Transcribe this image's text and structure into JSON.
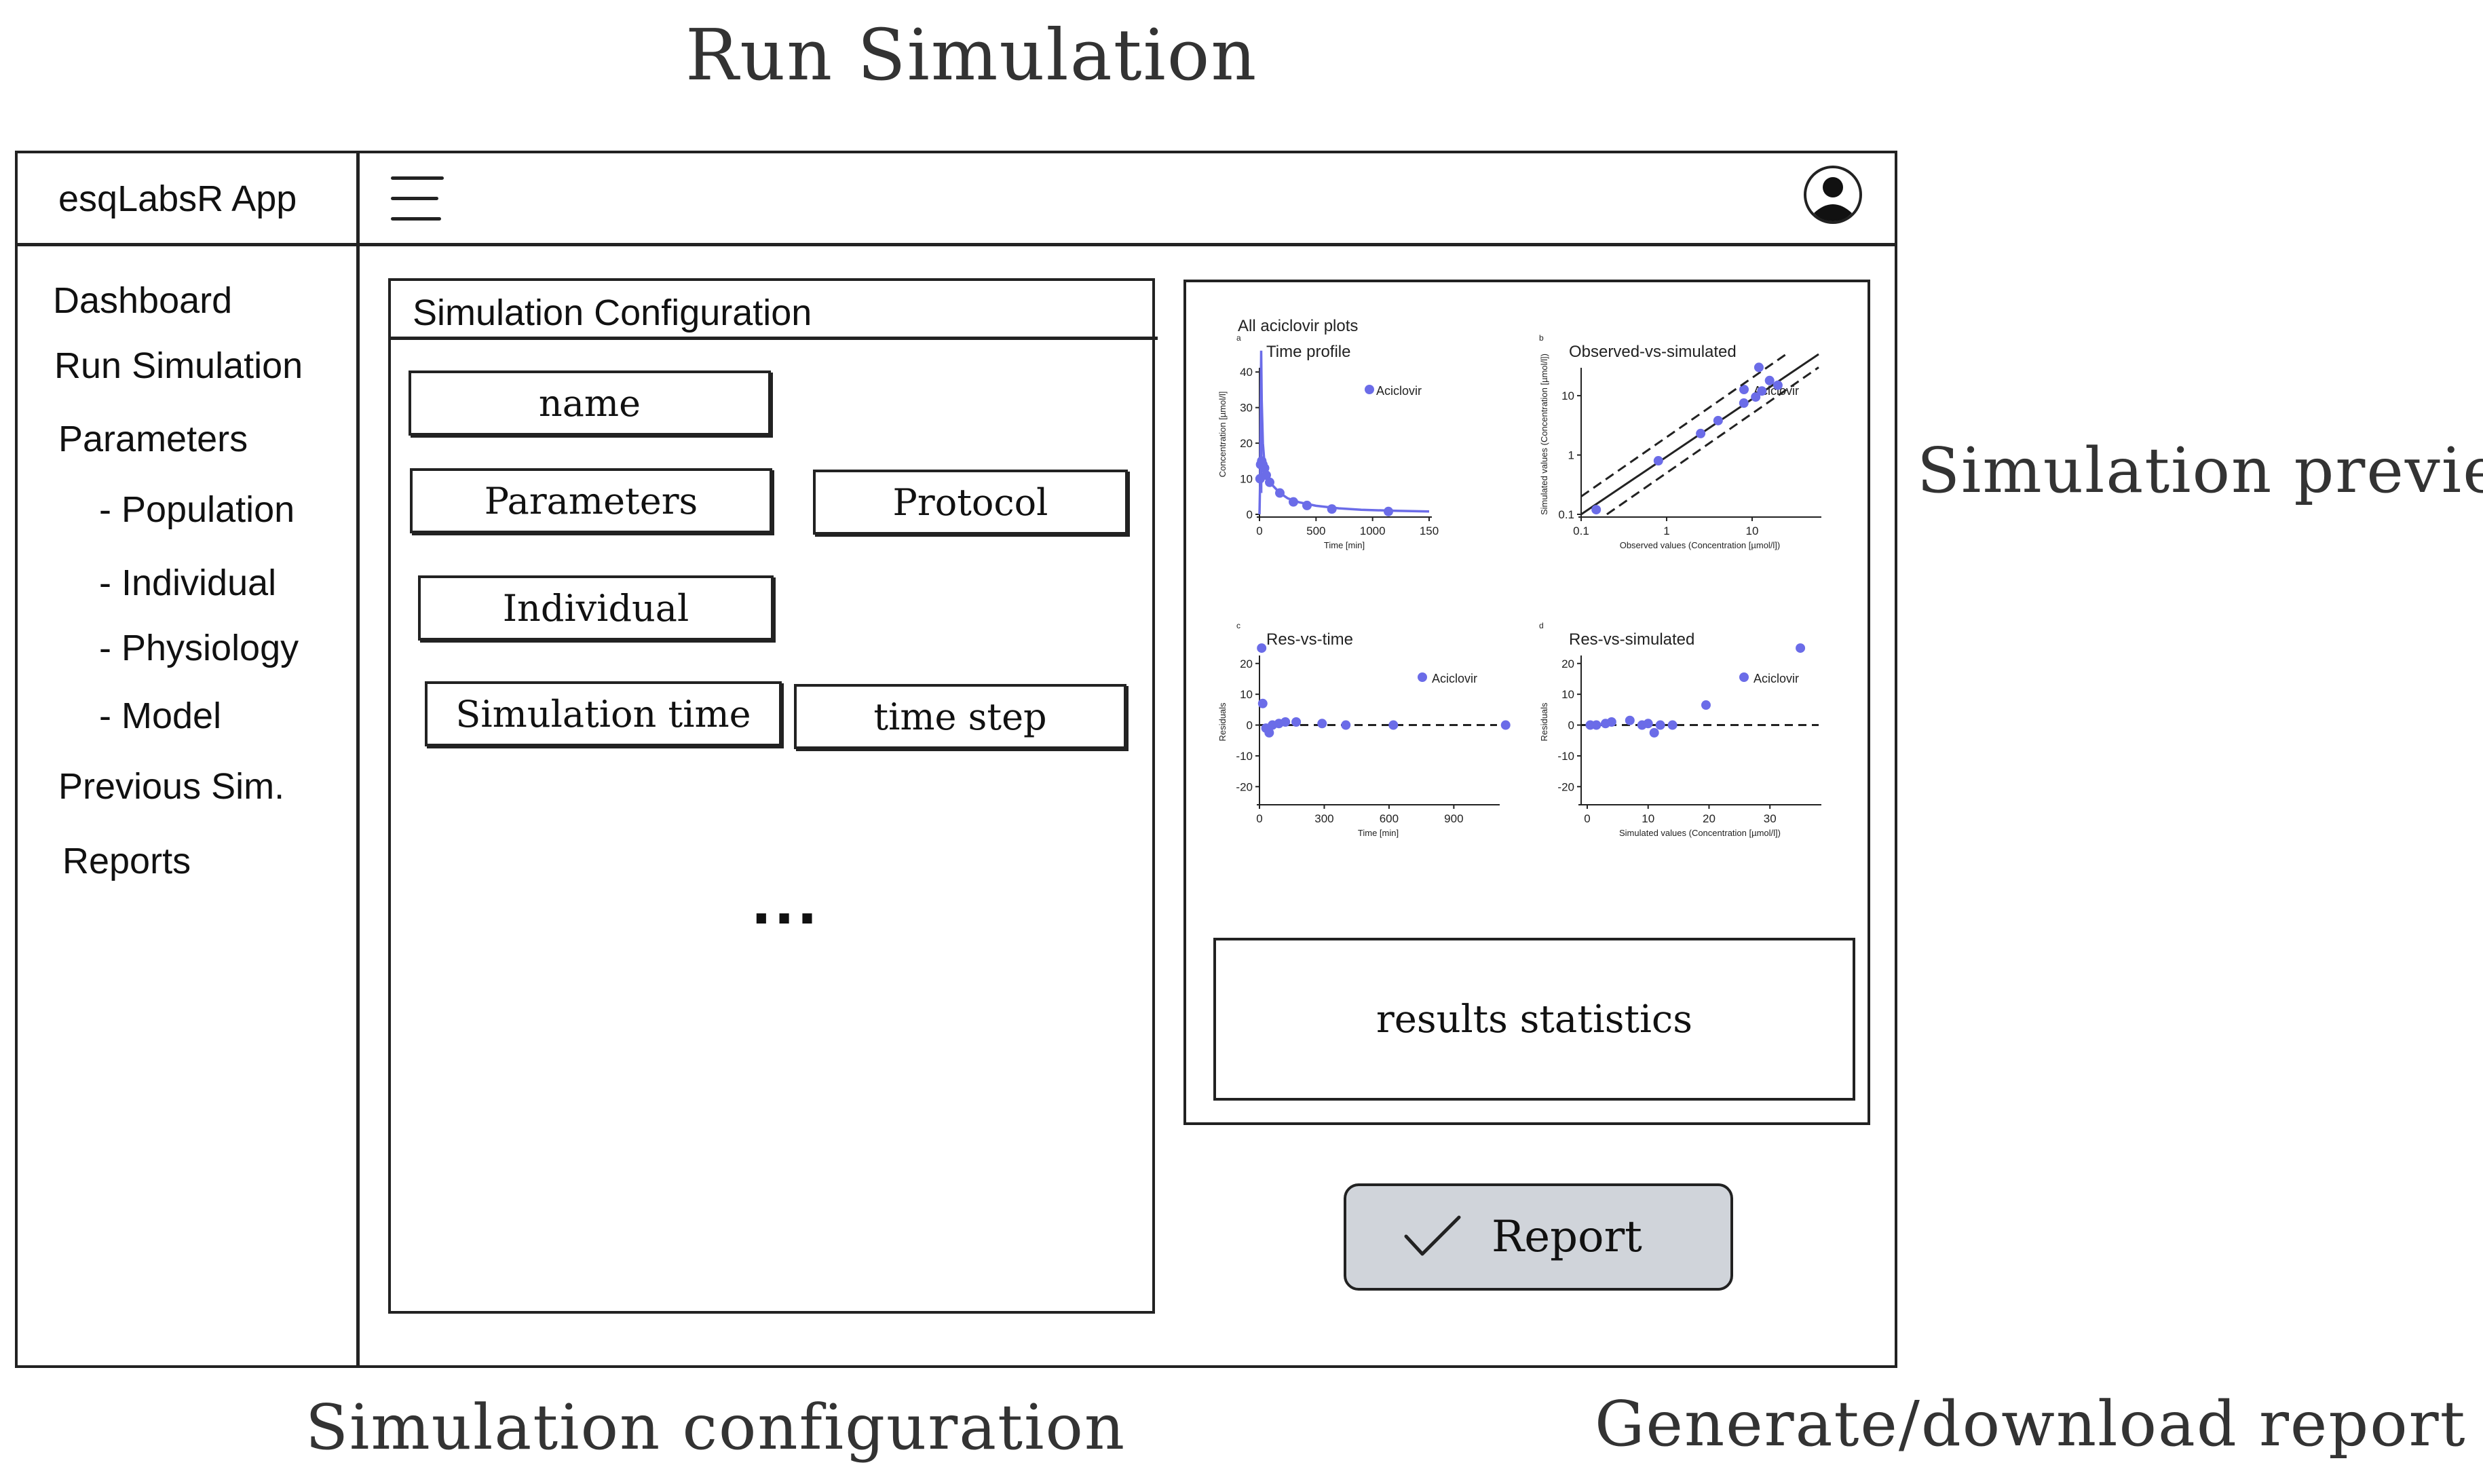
{
  "annotations": {
    "page_title": "Run Simulation",
    "preview_label": "Simulation preview",
    "config_label": "Simulation configuration",
    "report_label": "Generate/download report"
  },
  "header": {
    "app_title": "esqLabsR App"
  },
  "sidebar": {
    "items": [
      {
        "label": "Dashboard"
      },
      {
        "label": "Run Simulation"
      },
      {
        "label": "Parameters"
      },
      {
        "label": "- Population"
      },
      {
        "label": "- Individual"
      },
      {
        "label": "- Physiology"
      },
      {
        "label": "- Model"
      },
      {
        "label": "Previous Sim."
      },
      {
        "label": "Reports"
      }
    ]
  },
  "config": {
    "title": "Simulation Configuration",
    "fields": {
      "name": "name",
      "parameters": "Parameters",
      "protocol": "Protocol",
      "individual": "Individual",
      "sim_time": "Simulation time",
      "time_step": "time step"
    },
    "more": "..."
  },
  "preview": {
    "title": "All aciclovir plots",
    "results_label": "results statistics"
  },
  "report_button": {
    "label": "Report"
  },
  "colors": {
    "series": "#6b6ce8",
    "button_bg": "#d0d4da"
  },
  "chart_data": [
    {
      "type": "line",
      "panel": "a",
      "title": "Time profile",
      "xlabel": "Time [min]",
      "ylabel": "Concentration [µmol/l]",
      "xlim": [
        0,
        1500
      ],
      "ylim": [
        0,
        45
      ],
      "xticks": [
        0,
        500,
        1000,
        1500
      ],
      "xtick_labels": [
        "0",
        "500",
        "1000",
        "150"
      ],
      "yticks": [
        0,
        10,
        20,
        30,
        40
      ],
      "legend": "top-right",
      "series": [
        {
          "name": "Aciclovir",
          "sim_x": [
            0,
            5,
            10,
            15,
            20,
            30,
            45,
            60,
            90,
            120,
            180,
            250,
            350,
            500,
            700,
            900,
            1200,
            1500
          ],
          "sim_y": [
            0,
            8,
            30,
            46,
            32,
            20,
            14,
            12,
            9.5,
            8,
            6,
            4.5,
            3.4,
            2.4,
            1.7,
            1.3,
            1.0,
            0.8
          ],
          "obs_x": [
            5,
            10,
            20,
            30,
            45,
            60,
            90,
            180,
            300,
            420,
            640,
            1140
          ],
          "obs_y": [
            10,
            14,
            15,
            14,
            13,
            11,
            9,
            6,
            3.5,
            2.5,
            1.5,
            0.8
          ]
        }
      ]
    },
    {
      "type": "scatter",
      "panel": "b",
      "title": "Observed-vs-simulated",
      "xlabel": "Observed values (Concentration [µmol/l])",
      "ylabel": "Simulated values (Concentration [µmol/l])",
      "xscale": "log",
      "yscale": "log",
      "xlim": [
        0.1,
        60
      ],
      "ylim": [
        0.1,
        50
      ],
      "xticks": [
        0.1,
        1,
        10
      ],
      "yticks": [
        0.1,
        1,
        10
      ],
      "legend": "top-right",
      "series": [
        {
          "name": "Aciclovir",
          "x": [
            0.15,
            0.8,
            2.5,
            4,
            8,
            11,
            13,
            16,
            20,
            12
          ],
          "y": [
            0.12,
            0.8,
            2.3,
            3.8,
            7.5,
            9.5,
            12,
            18,
            15,
            30
          ]
        }
      ]
    },
    {
      "type": "scatter",
      "panel": "c",
      "title": "Res-vs-time",
      "xlabel": "Time [min]",
      "ylabel": "Residuals",
      "xlim": [
        0,
        1100
      ],
      "ylim": [
        -25,
        27
      ],
      "xticks": [
        0,
        300,
        600,
        900
      ],
      "yticks": [
        -20,
        -10,
        0,
        10,
        20
      ],
      "legend": "top-right",
      "series": [
        {
          "name": "Aciclovir",
          "x": [
            10,
            15,
            30,
            45,
            60,
            90,
            120,
            170,
            290,
            400,
            620,
            1140
          ],
          "y": [
            25,
            7,
            -1,
            -2.5,
            0,
            0.5,
            1,
            1,
            0.5,
            0,
            0,
            0
          ]
        }
      ]
    },
    {
      "type": "scatter",
      "panel": "d",
      "title": "Res-vs-simulated",
      "xlabel": "Simulated values (Concentration [µmol/l])",
      "ylabel": "Residuals",
      "xlim": [
        -1,
        38
      ],
      "ylim": [
        -25,
        27
      ],
      "xticks": [
        0,
        10,
        20,
        30
      ],
      "yticks": [
        -20,
        -10,
        0,
        10,
        20
      ],
      "legend": "top-right",
      "series": [
        {
          "name": "Aciclovir",
          "x": [
            0.5,
            1.5,
            3,
            4,
            7,
            9,
            10,
            11,
            12,
            14,
            19.5,
            35
          ],
          "y": [
            0,
            0,
            0.5,
            1,
            1.5,
            0,
            0.5,
            -2.5,
            0,
            0,
            6.5,
            25
          ]
        }
      ]
    }
  ]
}
